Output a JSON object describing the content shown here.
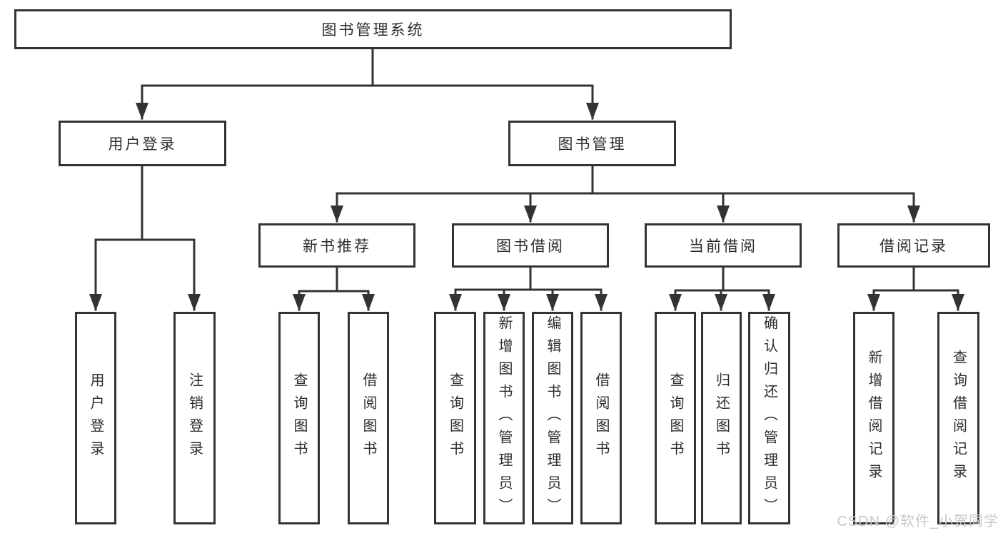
{
  "diagram": {
    "root": {
      "label": "图书管理系统"
    },
    "level2": [
      {
        "label": "用户登录",
        "children": [
          {
            "label": "用户登录"
          },
          {
            "label": "注销登录"
          }
        ]
      },
      {
        "label": "图书管理",
        "children": [
          {
            "label": "新书推荐",
            "children": [
              {
                "label": "查询图书"
              },
              {
                "label": "借阅图书"
              }
            ]
          },
          {
            "label": "图书借阅",
            "children": [
              {
                "label": "查询图书"
              },
              {
                "label": "新增图书（管理员）"
              },
              {
                "label": "编辑图书（管理员）"
              },
              {
                "label": "借阅图书"
              }
            ]
          },
          {
            "label": "当前借阅",
            "children": [
              {
                "label": "查询图书"
              },
              {
                "label": "归还图书"
              },
              {
                "label": "确认归还（管理员）"
              }
            ]
          },
          {
            "label": "借阅记录",
            "children": [
              {
                "label": "新增借阅记录"
              },
              {
                "label": "查询借阅记录"
              }
            ]
          }
        ]
      }
    ],
    "colors": {
      "line": "#333333",
      "box_border": "#333333",
      "text": "#2d2d2d",
      "background": "#ffffff",
      "watermark": "#c5c9cd"
    }
  },
  "watermark": {
    "text": "CSDN @软件_小贺同学"
  }
}
